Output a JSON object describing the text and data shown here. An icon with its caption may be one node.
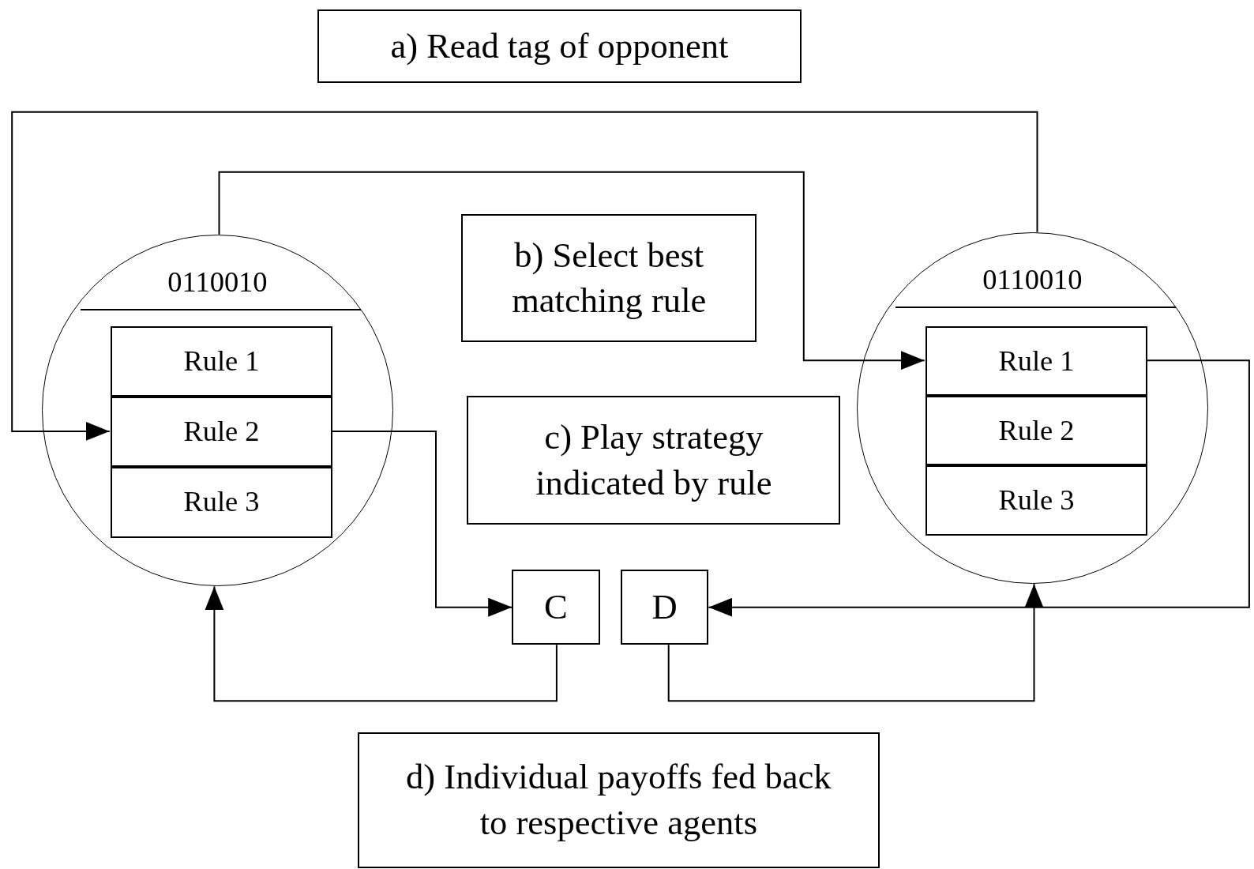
{
  "diagram": {
    "nodes": [
      {
        "text": [
          "a) Read tag of opponent"
        ]
      },
      {
        "text": [
          "0110010"
        ]
      },
      {
        "text": [
          "Rule 1"
        ],
        "in": 1
      },
      {
        "text": [
          "Rule 2"
        ],
        "in": 1
      },
      {
        "text": [
          "Rule 3"
        ],
        "in": 1
      },
      {
        "text": [
          "b) Select best matching rule"
        ]
      },
      {
        "text": [
          "c) Play strategy indicated by rule"
        ]
      },
      {
        "text": [
          "C"
        ]
      },
      {
        "text": [
          "D"
        ]
      },
      {
        "text": [
          "0110010"
        ]
      },
      {
        "text": [
          "Rule 1"
        ],
        "in": 9
      },
      {
        "text": [
          "Rule 2"
        ],
        "in": 9
      },
      {
        "text": [
          "Rule 3"
        ],
        "in": 9
      },
      {
        "text": [
          "d) Individual payoffs fed back to respective agents"
        ]
      }
    ],
    "edges": [
      {
        "from": 9,
        "to": 3,
        "arrow": "to"
      },
      {
        "from": 1,
        "to": 10,
        "arrow": "to"
      },
      {
        "from": 3,
        "to": 7,
        "arrow": "to"
      },
      {
        "from": 10,
        "to": 8,
        "arrow": "to"
      },
      {
        "from": 7,
        "to": 1,
        "arrow": "to"
      },
      {
        "from": 8,
        "to": 9,
        "arrow": "to"
      }
    ]
  }
}
